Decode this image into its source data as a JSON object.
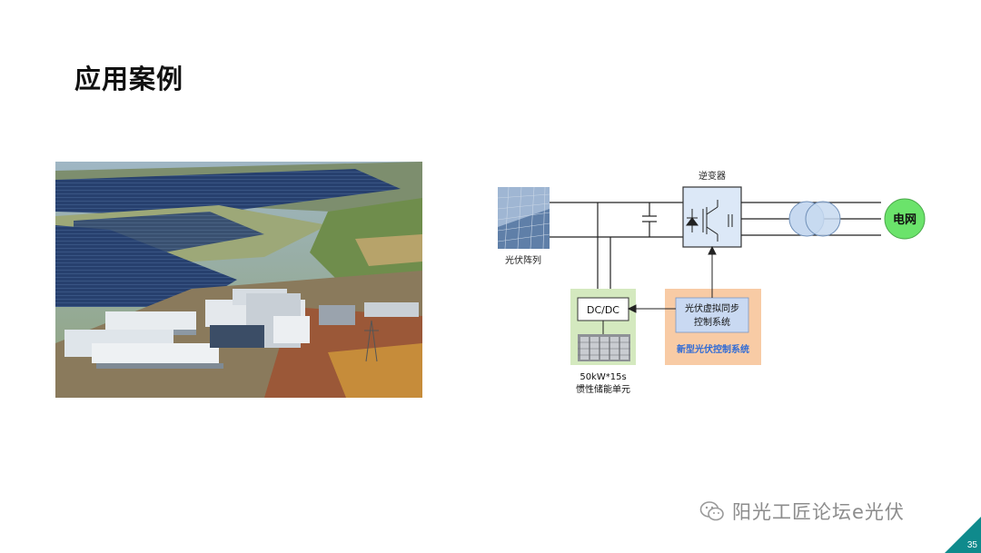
{
  "slide": {
    "title": "应用案例",
    "page_number": "35"
  },
  "photo": {
    "subject": "aerial-solar-plant"
  },
  "diagram": {
    "pv_array_label": "光伏阵列",
    "inverter_label": "逆变器",
    "grid_label": "电网",
    "dcdc_label": "DC/DC",
    "storage_spec": "50kW*15s",
    "storage_label": "惯性储能单元",
    "control_line1": "光伏虚拟同步",
    "control_line2": "控制系统",
    "control_system_label": "新型光伏控制系统",
    "colors": {
      "grid_fill": "#6be36b",
      "transformer_fill": "#c7d9f0",
      "control_bg": "#f8cba5",
      "control_inner": "#c9d9f2",
      "inverter_fill": "#dce8f7",
      "dcdc_bg": "#d4e9bf",
      "control_title": "#2f6bd6"
    }
  },
  "watermark": {
    "text": "阳光工匠论坛e光伏",
    "icon": "wechat-icon"
  }
}
